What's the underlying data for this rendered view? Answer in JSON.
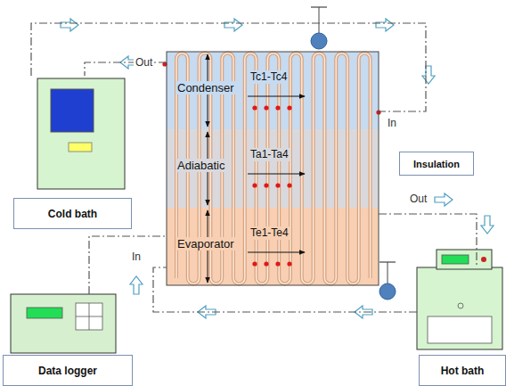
{
  "diagram": {
    "nodes": [
      {
        "text": [
          "Cold bath"
        ]
      },
      {
        "text": [
          "Condenser",
          "Tc1-Tc4"
        ]
      },
      {
        "text": [
          "Adiabatic",
          "Ta1-Ta4"
        ]
      },
      {
        "text": [
          "Evaporator",
          "Te1-Te4"
        ]
      },
      {
        "text": [
          "Insulation"
        ]
      },
      {
        "text": [
          "Data logger"
        ]
      },
      {
        "text": [
          "Hot bath"
        ]
      }
    ],
    "edges": [
      {
        "from": 1,
        "to": 0,
        "arrow": "none"
      },
      {
        "from": 0,
        "to": 1,
        "arrow": "none"
      },
      {
        "from": 3,
        "to": 6,
        "arrow": "none"
      },
      {
        "from": 6,
        "to": 3,
        "arrow": "none"
      },
      {
        "from": 5,
        "to": 3,
        "arrow": "none"
      }
    ],
    "labels": [
      "Out",
      "In",
      "Out",
      "In"
    ]
  }
}
